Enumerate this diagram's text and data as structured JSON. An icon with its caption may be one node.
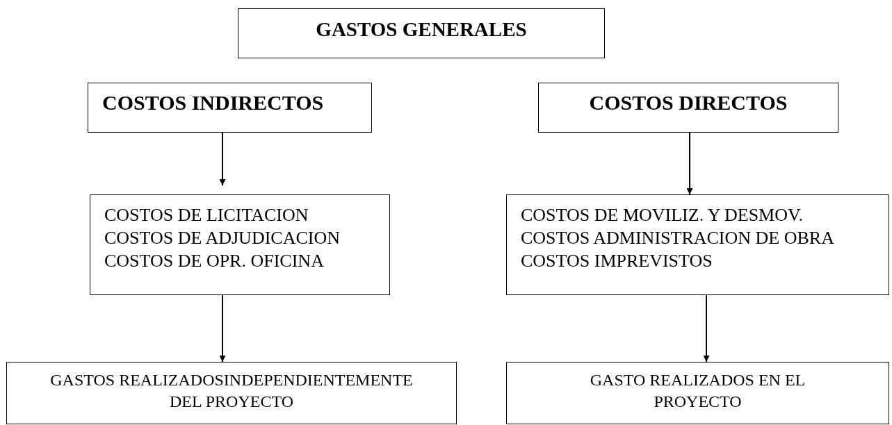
{
  "diagram": {
    "nodes": [
      {
        "text": [
          "GASTOS GENERALES"
        ]
      },
      {
        "text": [
          "COSTOS INDIRECTOS"
        ]
      },
      {
        "text": [
          "COSTOS DIRECTOS"
        ]
      },
      {
        "text": [
          "COSTOS DE LICITACION",
          "COSTOS DE ADJUDICACION",
          "COSTOS DE OPR. OFICINA"
        ]
      },
      {
        "text": [
          "COSTOS DE MOVILIZ. Y DESMOV.",
          "COSTOS ADMINISTRACION DE OBRA",
          "COSTOS IMPREVISTOS"
        ]
      },
      {
        "text": [
          "GASTOS REALIZADOSINDEPENDIENTEMENTE DEL PROYECTO"
        ]
      },
      {
        "text": [
          "GASTO REALIZADOS EN EL PROYECTO"
        ]
      }
    ],
    "edges": [
      {
        "from": 1,
        "to": 3,
        "arrow": "to"
      },
      {
        "from": 2,
        "to": 4,
        "arrow": "to"
      },
      {
        "from": 3,
        "to": 5,
        "arrow": "to"
      },
      {
        "from": 4,
        "to": 6,
        "arrow": "to"
      }
    ]
  }
}
